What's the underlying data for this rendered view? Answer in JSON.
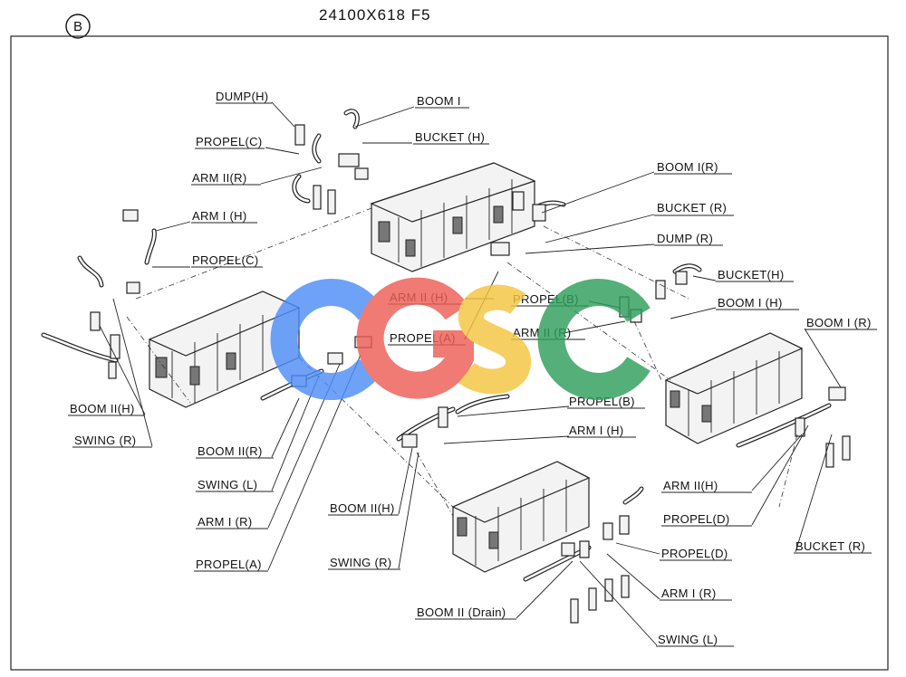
{
  "header": {
    "badge": "B",
    "part_number": "24100X618 F5"
  },
  "labels": [
    "DUMP(H)",
    "BOOM I",
    "PROPEL(C)",
    "BUCKET (H)",
    "ARM II(R)",
    "ARM I (H)",
    "PROPEL(C)",
    "BOOM I(R)",
    "BUCKET (R)",
    "DUMP (R)",
    "BUCKET(H)",
    "BOOM I (H)",
    "BOOM I (R)",
    "ARM II (H)",
    "PROPEL(B)",
    "PROPEL(A)",
    "ARM II (R)",
    "BOOM II(H)",
    "SWING (R)",
    "BOOM II(R)",
    "SWING (L)",
    "ARM I (R)",
    "PROPEL(A)",
    "PROPEL(B)",
    "ARM I (H)",
    "BOOM II(H)",
    "SWING (R)",
    "ARM II(H)",
    "PROPEL(D)",
    "BUCKET (R)",
    "PROPEL(D)",
    "ARM I (R)",
    "BOOM II (Drain)",
    "SWING (L)"
  ],
  "watermark": {
    "text": "CGSC",
    "colors": [
      "#4f8ef7",
      "#ec5f56",
      "#f5c542",
      "#2f9e5b"
    ]
  }
}
